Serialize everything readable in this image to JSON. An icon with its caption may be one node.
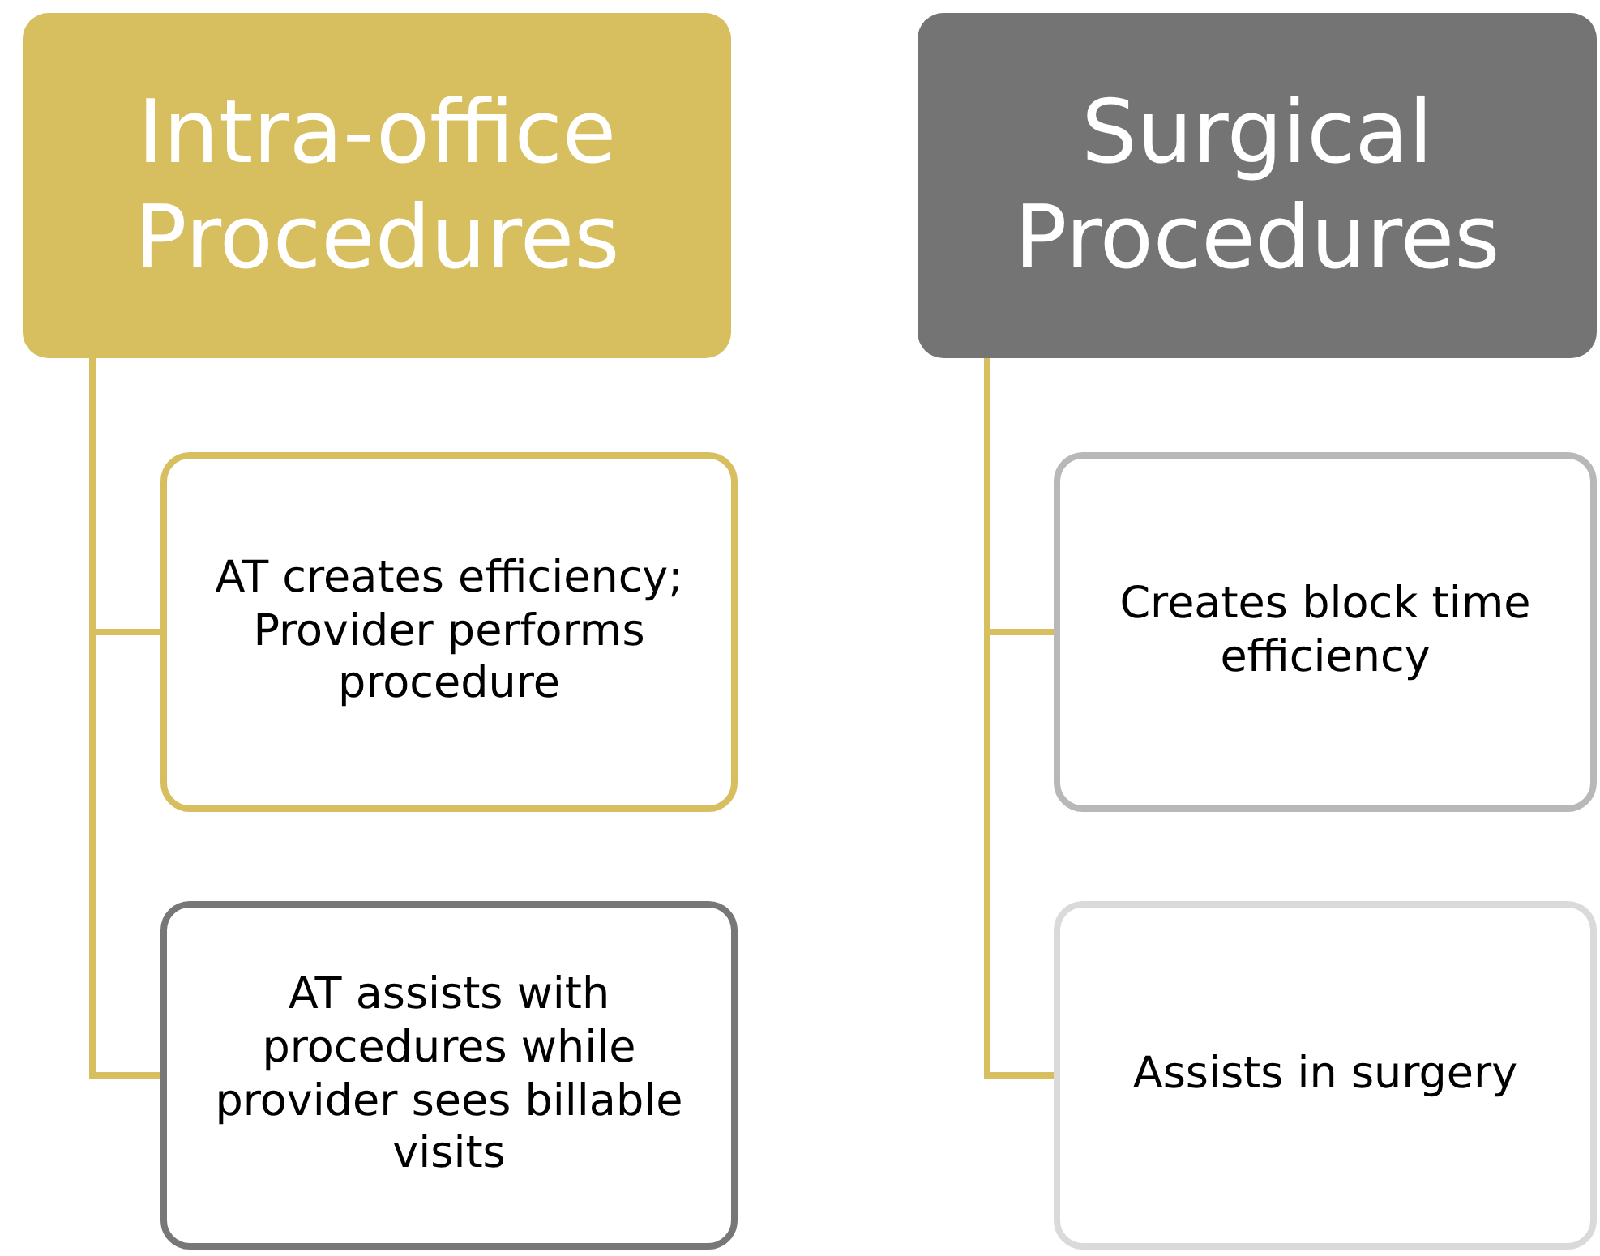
{
  "diagram": {
    "nodes": [
      {
        "text": [
          "Intra-office Procedures"
        ]
      },
      {
        "text": [
          "Surgical Procedures"
        ]
      },
      {
        "text": [
          "AT creates efficiency; Provider performs procedure"
        ]
      },
      {
        "text": [
          "AT assists with procedures while provider sees billable visits"
        ]
      },
      {
        "text": [
          "Creates block time efficiency"
        ]
      },
      {
        "text": [
          "Assists in surgery"
        ]
      }
    ],
    "edges": [
      {
        "from": 0,
        "to": 2,
        "arrow": "none"
      },
      {
        "from": 0,
        "to": 3,
        "arrow": "none"
      },
      {
        "from": 1,
        "to": 4,
        "arrow": "none"
      },
      {
        "from": 1,
        "to": 5,
        "arrow": "none"
      }
    ]
  }
}
